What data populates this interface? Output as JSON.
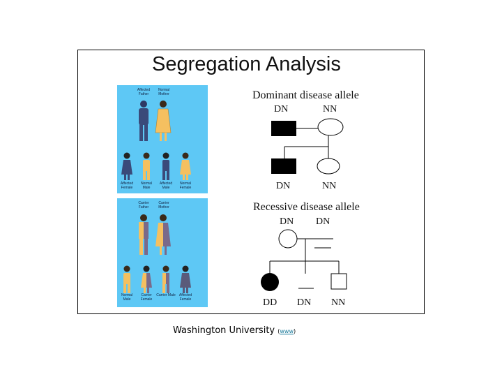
{
  "slide": {
    "title": "Segregation Analysis",
    "dominant": {
      "heading": "Dominant disease allele",
      "parent_left": "DN",
      "parent_right": "NN",
      "child_left": "DN",
      "child_right": "NN"
    },
    "recessive": {
      "heading": "Recessive disease allele",
      "parent_left": "DN",
      "parent_right": "DN",
      "child_1": "DD",
      "child_2": "DN",
      "child_3": "NN"
    },
    "panel_dominant": {
      "parent_labels": [
        "Affected Father",
        "Normal Mother"
      ],
      "child_labels": [
        "Affected Female",
        "Normal Male",
        "Affected Male",
        "Normal Female"
      ]
    },
    "panel_recessive": {
      "parent_labels": [
        "Carrier Father",
        "Carrier Mother"
      ],
      "child_labels": [
        "Normal Male",
        "Carrier Female",
        "Carrier Male",
        "Affected Female"
      ]
    },
    "colors": {
      "panel_bg": "#5ec8f5",
      "affected": "#3a4a7a",
      "normal": "#f5c060"
    }
  },
  "caption": {
    "text": "Washington University",
    "paren_open": "(",
    "link": "www",
    "paren_close": ")"
  }
}
